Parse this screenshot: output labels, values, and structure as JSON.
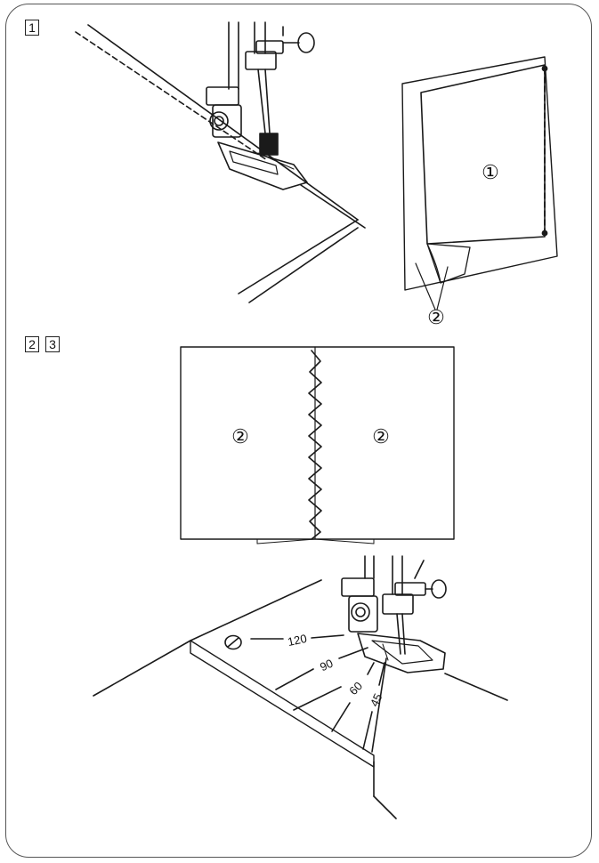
{
  "steps": {
    "step1": "1",
    "step2": "2",
    "step3": "3"
  },
  "callouts": {
    "c1": "①",
    "c2_top": "②",
    "c2_left": "②",
    "c2_right": "②"
  },
  "guide_angles": [
    "120",
    "90",
    "60",
    "45"
  ]
}
